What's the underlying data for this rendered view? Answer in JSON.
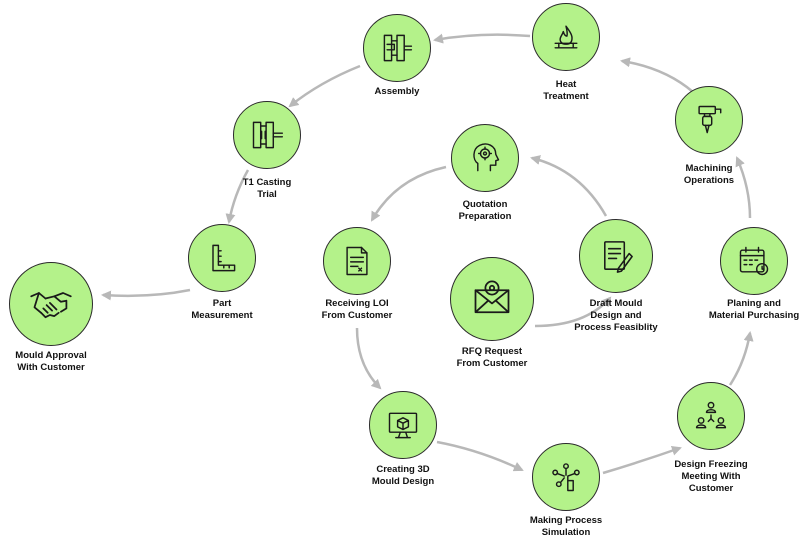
{
  "colors": {
    "node_fill": "#b4f28a",
    "node_border": "#2b2b2b",
    "arrow": "#b8b8b8",
    "icon": "#1a1a1a",
    "text": "#111111"
  },
  "steps": [
    {
      "id": "rfq",
      "icon": "mail-at-icon",
      "lines": [
        "RFQ Request",
        "From Customer"
      ]
    },
    {
      "id": "draft",
      "icon": "document-pen-icon",
      "lines": [
        "Draft Mould",
        "Design and",
        "Process Feasiblity"
      ]
    },
    {
      "id": "quotation",
      "icon": "head-gear-icon",
      "lines": [
        "Quotation",
        "Preparation"
      ]
    },
    {
      "id": "loi",
      "icon": "document-sign-icon",
      "lines": [
        "Receiving LOI",
        "From Customer"
      ]
    },
    {
      "id": "design3d",
      "icon": "monitor-cube-icon",
      "lines": [
        "Creating 3D",
        "Mould Design"
      ]
    },
    {
      "id": "simulation",
      "icon": "network-hand-icon",
      "lines": [
        "Making Process",
        "Simulation"
      ]
    },
    {
      "id": "freeze",
      "icon": "team-meeting-icon",
      "lines": [
        "Design Freezing",
        "Meeting With",
        "Customer"
      ]
    },
    {
      "id": "planning",
      "icon": "calendar-clock-icon",
      "lines": [
        "Planing and",
        "Material Purchasing"
      ]
    },
    {
      "id": "machining",
      "icon": "machining-spindle-icon",
      "lines": [
        "Machining",
        "Operations"
      ]
    },
    {
      "id": "heat",
      "icon": "flame-icon",
      "lines": [
        "Heat",
        "Treatment"
      ]
    },
    {
      "id": "assembly",
      "icon": "mould-assembly-icon",
      "lines": [
        "Assembly"
      ]
    },
    {
      "id": "t1",
      "icon": "mould-casting-icon",
      "lines": [
        "T1 Casting",
        "Trial"
      ]
    },
    {
      "id": "part",
      "icon": "set-square-icon",
      "lines": [
        "Part",
        "Measurement"
      ]
    },
    {
      "id": "approval",
      "icon": "handshake-icon",
      "lines": [
        "Mould Approval",
        "With Customer"
      ]
    }
  ]
}
